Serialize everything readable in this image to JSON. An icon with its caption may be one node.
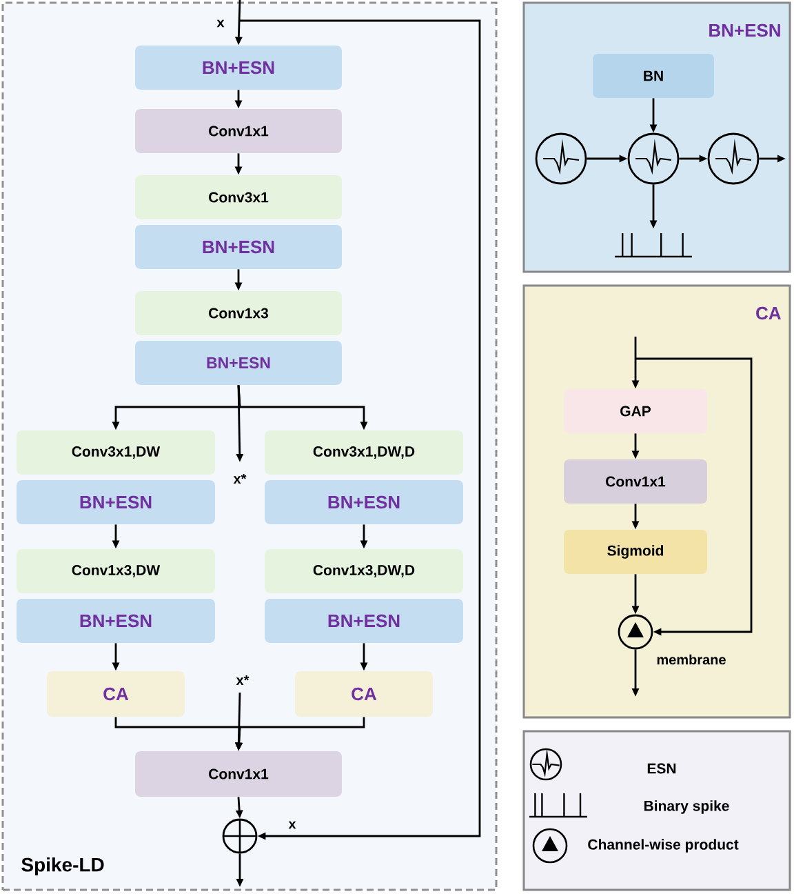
{
  "diagram": {
    "nodes": [
      {
        "text": [
          "Spike-LD"
        ]
      },
      {
        "text": [
          "BN+ESN"
        ],
        "in": 0
      },
      {
        "text": [
          "Conv1x1"
        ],
        "in": 0
      },
      {
        "text": [
          "Conv3x1"
        ],
        "in": 0
      },
      {
        "text": [
          "BN+ESN"
        ],
        "in": 0
      },
      {
        "text": [
          "Conv1x3"
        ],
        "in": 0
      },
      {
        "text": [
          "BN+ESN"
        ],
        "in": 0
      },
      {
        "text": [
          "Conv3x1,DW"
        ],
        "in": 0
      },
      {
        "text": [
          "Conv3x1,DW,D"
        ],
        "in": 0
      },
      {
        "text": [
          "BN+ESN"
        ],
        "in": 0
      },
      {
        "text": [
          "BN+ESN"
        ],
        "in": 0
      },
      {
        "text": [
          "Conv1x3,DW"
        ],
        "in": 0
      },
      {
        "text": [
          "Conv1x3,DW,D"
        ],
        "in": 0
      },
      {
        "text": [
          "BN+ESN"
        ],
        "in": 0
      },
      {
        "text": [
          "BN+ESN"
        ],
        "in": 0
      },
      {
        "text": [
          "CA"
        ],
        "in": 0
      },
      {
        "text": [
          "CA"
        ],
        "in": 0
      },
      {
        "text": [
          "Conv1x1"
        ],
        "in": 0
      },
      {
        "text": [],
        "shape": "circle",
        "in": 0
      },
      {
        "text": [
          "BN+ESN"
        ]
      },
      {
        "text": [
          "BN"
        ],
        "in": 19
      },
      {
        "text": [],
        "shape": "circle",
        "in": 19
      },
      {
        "text": [],
        "shape": "circle",
        "in": 19
      },
      {
        "text": [],
        "shape": "circle",
        "in": 19
      },
      {
        "text": [],
        "shape": "spikes",
        "in": 19
      },
      {
        "text": [
          "CA"
        ]
      },
      {
        "text": [
          "GAP"
        ],
        "in": 25
      },
      {
        "text": [
          "Conv1x1"
        ],
        "in": 25
      },
      {
        "text": [
          "Sigmoid"
        ],
        "in": 25
      },
      {
        "text": [],
        "shape": "circle",
        "in": 25,
        "beside": [
          "membrane"
        ]
      }
    ],
    "edges": [
      {
        "from": null,
        "to": 1,
        "arrow": "to",
        "label": "x"
      },
      {
        "from": null,
        "to": 18,
        "arrow": "to",
        "label": "x"
      },
      {
        "from": 1,
        "to": 2,
        "arrow": "to"
      },
      {
        "from": 2,
        "to": 3,
        "arrow": "to"
      },
      {
        "from": 4,
        "to": 5,
        "arrow": "to"
      },
      {
        "from": 6,
        "to": 7,
        "arrow": "to"
      },
      {
        "from": 6,
        "to": 8,
        "arrow": "to"
      },
      {
        "from": 6,
        "to": null,
        "arrow": "to",
        "label": "x*"
      },
      {
        "from": 9,
        "to": 11,
        "arrow": "to"
      },
      {
        "from": 10,
        "to": 12,
        "arrow": "to"
      },
      {
        "from": 13,
        "to": 15,
        "arrow": "to"
      },
      {
        "from": 14,
        "to": 16,
        "arrow": "to"
      },
      {
        "from": null,
        "to": 17,
        "arrow": "to",
        "label": "x*"
      },
      {
        "from": 15,
        "to": 17,
        "arrow": "to"
      },
      {
        "from": 16,
        "to": 17,
        "arrow": "to"
      },
      {
        "from": 17,
        "to": 18,
        "arrow": "to"
      },
      {
        "from": 18,
        "to": null,
        "arrow": "to"
      },
      {
        "from": 20,
        "to": 22,
        "arrow": "to"
      },
      {
        "from": 21,
        "to": 22,
        "arrow": "to"
      },
      {
        "from": 22,
        "to": 23,
        "arrow": "to"
      },
      {
        "from": 23,
        "to": null,
        "arrow": "to"
      },
      {
        "from": 22,
        "to": 24,
        "arrow": "to"
      },
      {
        "from": null,
        "to": 26,
        "arrow": "to"
      },
      {
        "from": null,
        "to": 29,
        "arrow": "to"
      },
      {
        "from": 26,
        "to": 27,
        "arrow": "to"
      },
      {
        "from": 27,
        "to": 28,
        "arrow": "to"
      },
      {
        "from": 28,
        "to": 29,
        "arrow": "to"
      },
      {
        "from": 29,
        "to": null,
        "arrow": "to"
      }
    ],
    "legend": [
      {
        "text": "ESN"
      },
      {
        "text": "Binary spike"
      },
      {
        "text": "Channel-wise product"
      }
    ]
  }
}
